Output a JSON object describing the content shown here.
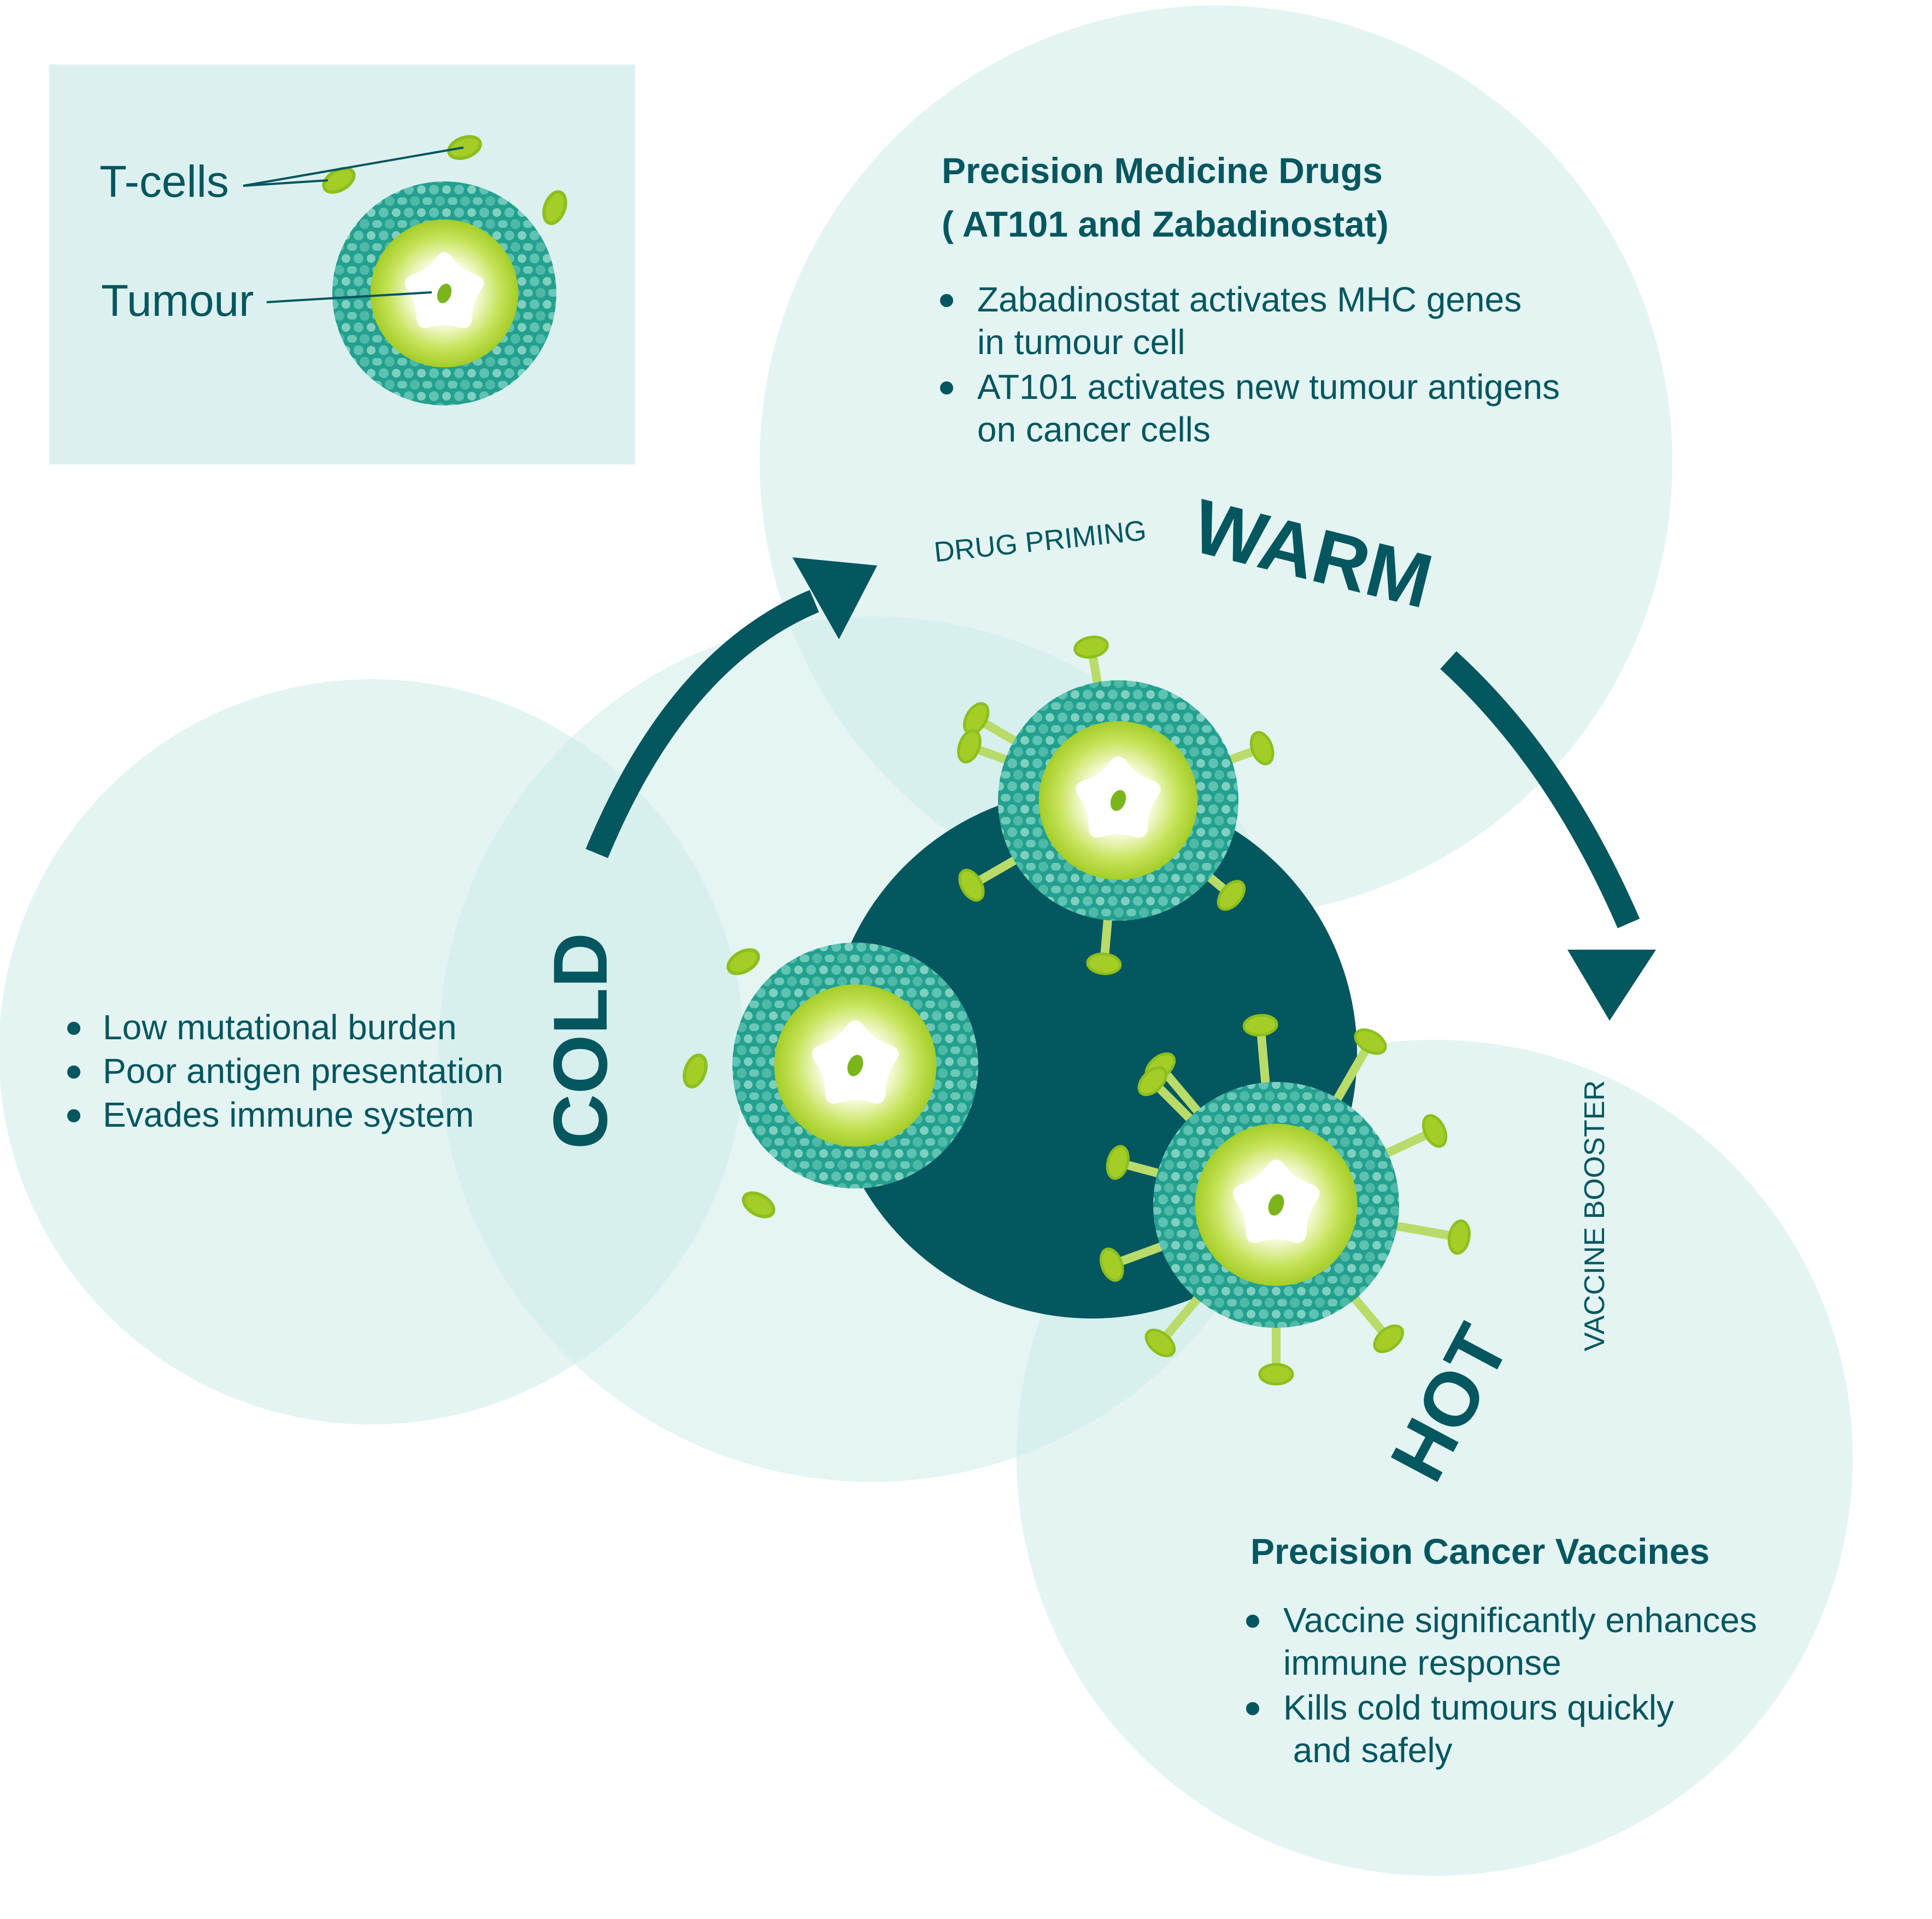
{
  "legend": {
    "tcells_label": "T-cells",
    "tumour_label": "Tumour"
  },
  "cold": {
    "title": "COLD",
    "bullets": [
      "Low mutational burden",
      "Poor antigen presentation",
      "Evades immune system"
    ]
  },
  "warm": {
    "title": "WARM",
    "subtitle": "DRUG PRIMING",
    "heading_line1": "Precision Medicine Drugs",
    "heading_line2": "( AT101 and Zabadinostat)",
    "bullets": [
      [
        "Zabadinostat activates MHC genes",
        "in tumour cell"
      ],
      [
        "AT101 activates new tumour antigens",
        "on cancer cells"
      ]
    ]
  },
  "hot": {
    "title": "HOT",
    "subtitle": "VACCINE BOOSTER",
    "heading": "Precision Cancer Vaccines",
    "bullets": [
      [
        "Vaccine significantly enhances",
        "immune response"
      ],
      [
        "Kills cold tumours quickly",
        " and safely"
      ]
    ]
  },
  "colors": {
    "dark_teal": "#04565F",
    "circle_fill": "#E3F4F3",
    "circle_overlap": "#CDEDEA",
    "legend_box": "#DCF1EF",
    "tumour_ring": "#23A08E",
    "lime": "#A4CD28",
    "lime_light": "#D5EB7A",
    "tcell_dark": "#8CBF1E"
  },
  "icons": [
    "t-cell-icon",
    "tumour-icon",
    "arrow-icon"
  ]
}
